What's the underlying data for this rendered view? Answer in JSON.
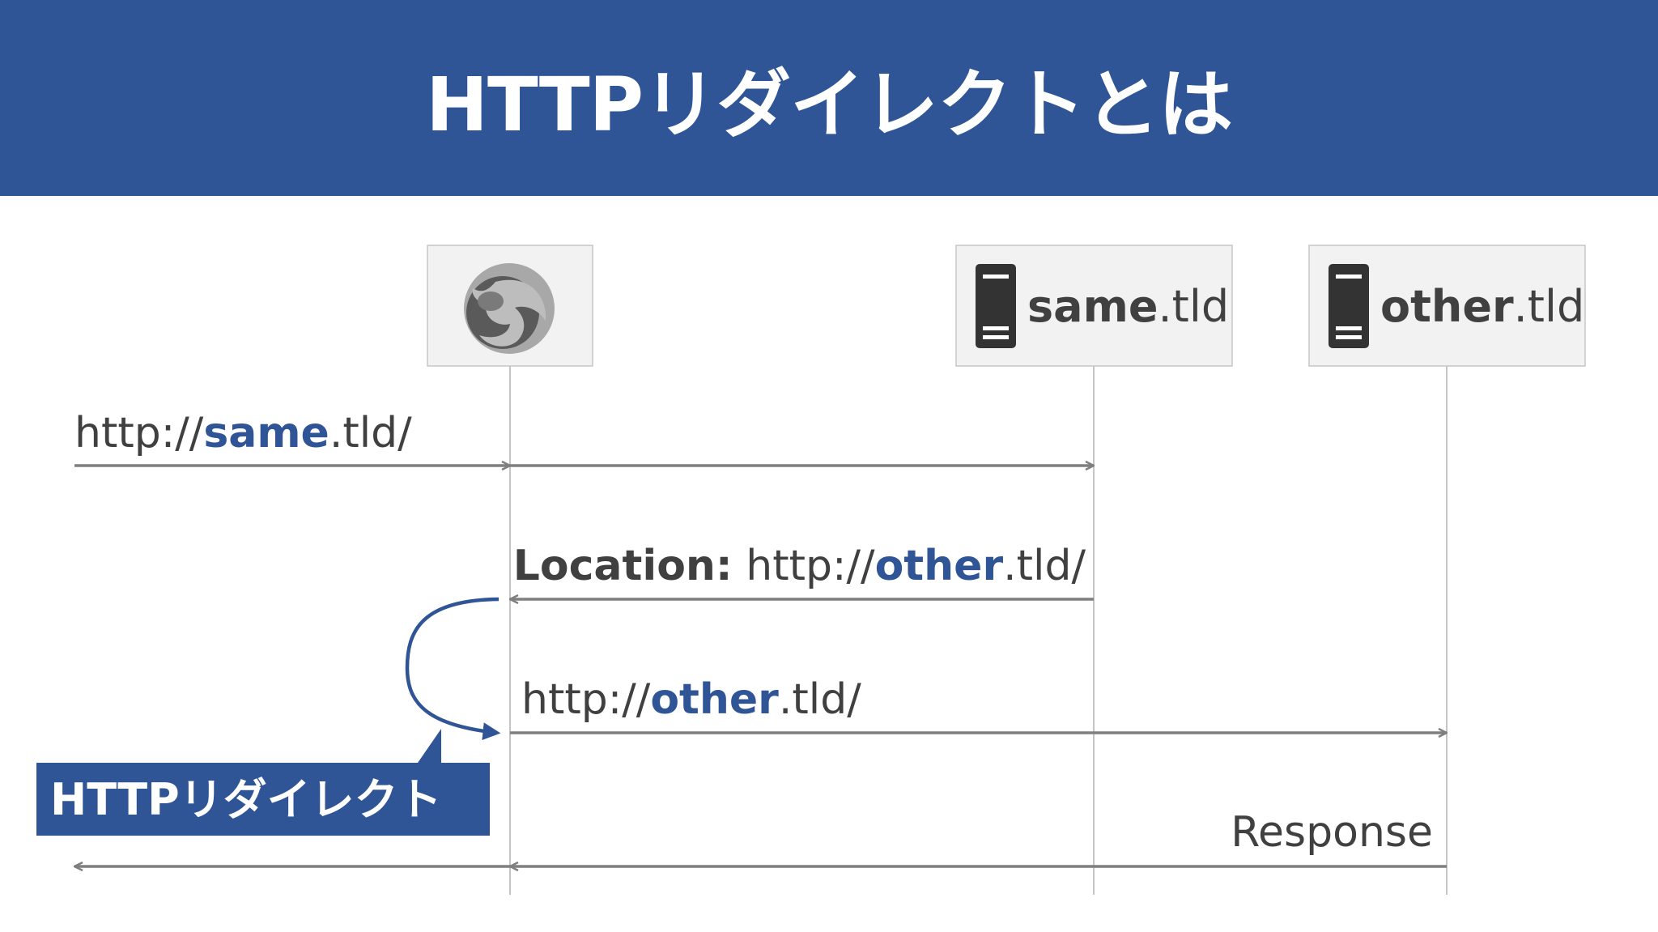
{
  "title": "HTTPリダイレクトとは",
  "participants": {
    "browser": {
      "icon": "firefox-icon"
    },
    "same": {
      "name_bold": "same",
      "name_rest": ".tld",
      "icon": "server-icon"
    },
    "other": {
      "name_bold": "other",
      "name_rest": ".tld",
      "icon": "server-icon"
    }
  },
  "messages": {
    "request1": {
      "prefix": "http://",
      "host": "same",
      "suffix": ".tld/"
    },
    "redirect_response": {
      "header": "Location:",
      "prefix": " http://",
      "host": "other",
      "suffix": ".tld/"
    },
    "request2": {
      "prefix": "http://",
      "host": "other",
      "suffix": ".tld/"
    },
    "final_response": {
      "label": "Response"
    }
  },
  "callout": {
    "label": "HTTPリダイレクト"
  },
  "colors": {
    "accent": "#2f5597",
    "line": "#7f7f7f",
    "text": "#404040",
    "lane_box": "#f2f2f2"
  }
}
